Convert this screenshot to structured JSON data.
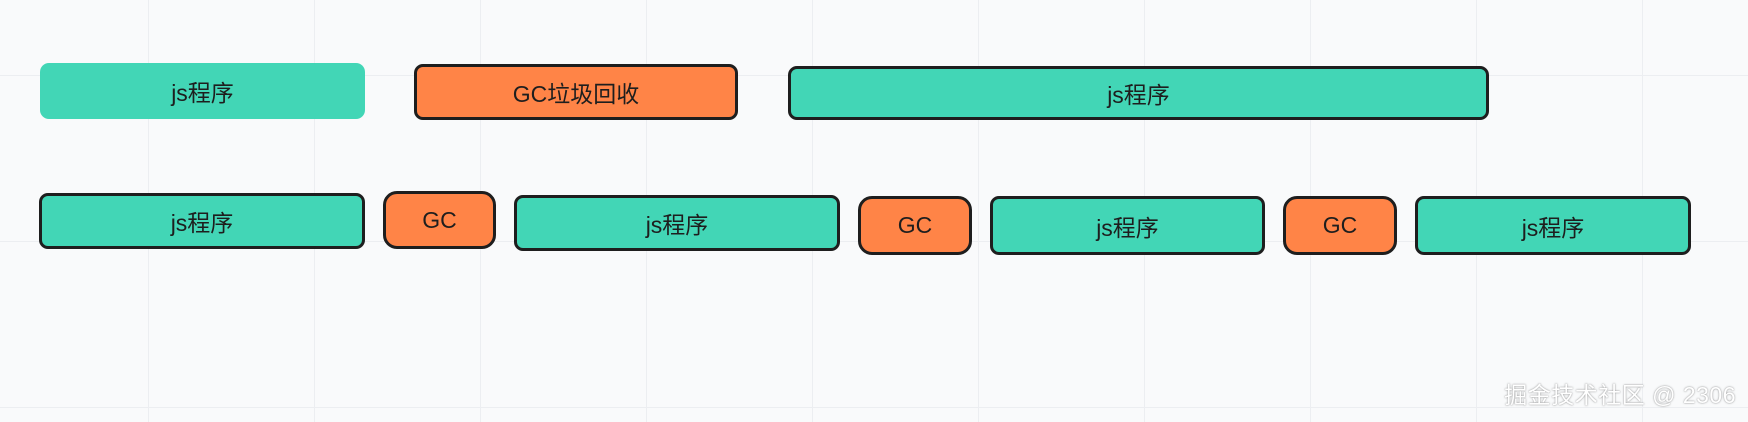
{
  "colors": {
    "js_block": "#42d6b6",
    "gc_block": "#ff8447",
    "border": "#1e1e1e",
    "background": "#f9fafb",
    "grid": "#eceef1"
  },
  "row1": [
    {
      "type": "js",
      "label": "js程序"
    },
    {
      "type": "gc",
      "label": "GC垃圾回收"
    },
    {
      "type": "js",
      "label": "js程序"
    }
  ],
  "row2": [
    {
      "type": "js",
      "label": "js程序"
    },
    {
      "type": "gc",
      "label": "GC"
    },
    {
      "type": "js",
      "label": "js程序"
    },
    {
      "type": "gc",
      "label": "GC"
    },
    {
      "type": "js",
      "label": "js程序"
    },
    {
      "type": "gc",
      "label": "GC"
    },
    {
      "type": "js",
      "label": "js程序"
    }
  ],
  "watermark": "掘金技术社区 @ 2306"
}
